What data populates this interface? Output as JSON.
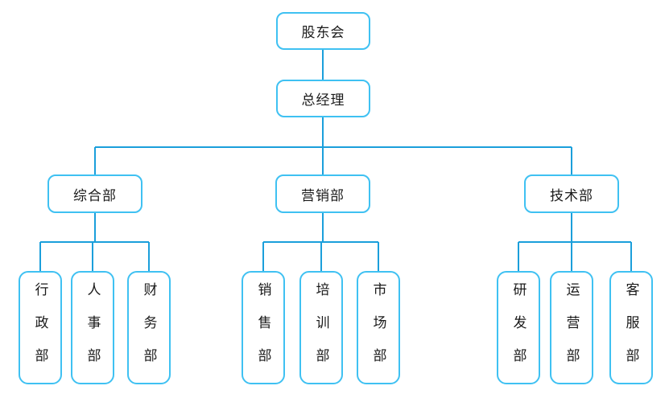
{
  "org": {
    "root": {
      "label": "股东会"
    },
    "general_manager": {
      "label": "总经理"
    },
    "departments": [
      {
        "label": "综合部",
        "children": [
          {
            "label": "行政部"
          },
          {
            "label": "人事部"
          },
          {
            "label": "财务部"
          }
        ]
      },
      {
        "label": "营销部",
        "children": [
          {
            "label": "销售部"
          },
          {
            "label": "培训部"
          },
          {
            "label": "市场部"
          }
        ]
      },
      {
        "label": "技术部",
        "children": [
          {
            "label": "研发部"
          },
          {
            "label": "运营部"
          },
          {
            "label": "客服部"
          }
        ]
      }
    ],
    "colors": {
      "connector_line": "#1b9fdb",
      "node_border": "#3fc1f2",
      "node_fill": "#ffffff",
      "text": "#1a1a1a",
      "background": "#ffffff"
    }
  }
}
